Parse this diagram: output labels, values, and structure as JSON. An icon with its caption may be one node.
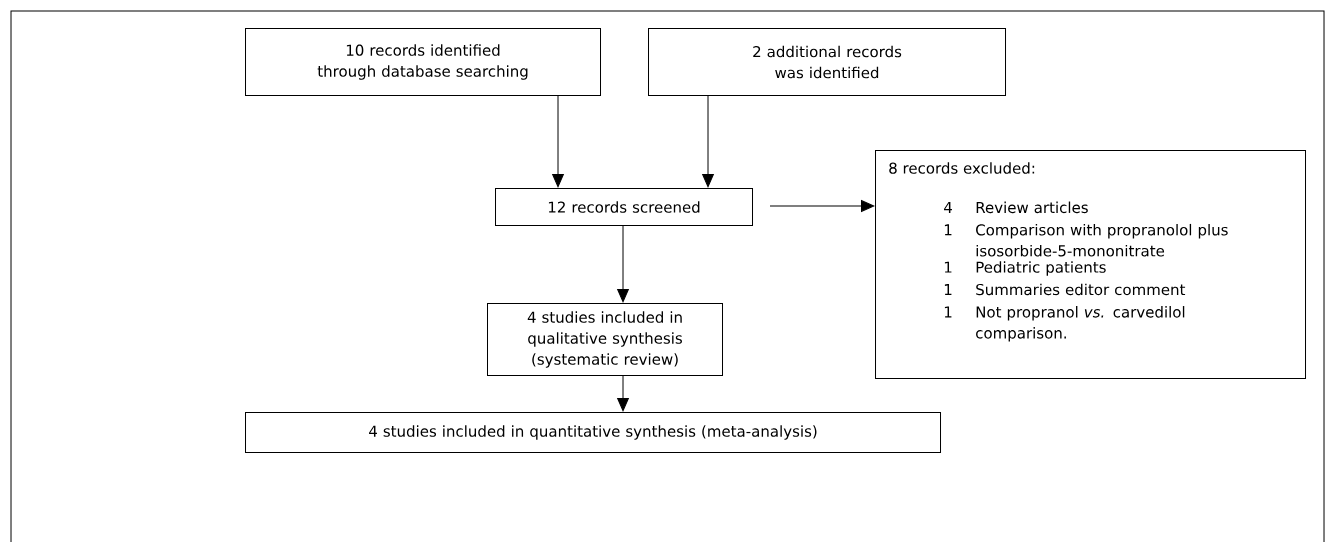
{
  "diagram": {
    "nodes": [
      {
        "text": [
          "10 records identified through database searching"
        ]
      },
      {
        "text": [
          "2 additional records was identified"
        ]
      },
      {
        "text": [
          "12 records screened"
        ]
      },
      {
        "text": [
          "8 records excluded:",
          "4",
          "Review articles",
          "1",
          "Comparison with propranolol plus isosorbide-5-mononitrate",
          "1",
          "Pediatric patients",
          "1",
          "Summaries editor comment",
          "1",
          "Not propranol *vs.* carvedilol comparison."
        ]
      },
      {
        "text": [
          "4 studies included in qualitative synthesis (systematic review)"
        ]
      },
      {
        "text": [
          "4 studies included in quantitative synthesis (meta-analysis)"
        ]
      }
    ],
    "edges": [
      {
        "from": 0,
        "to": 2,
        "arrow": "to"
      },
      {
        "from": 1,
        "to": 2,
        "arrow": "to"
      },
      {
        "from": 2,
        "to": 3,
        "arrow": "to"
      },
      {
        "from": 2,
        "to": 4,
        "arrow": "to"
      },
      {
        "from": 4,
        "to": 5,
        "arrow": "to"
      }
    ]
  }
}
